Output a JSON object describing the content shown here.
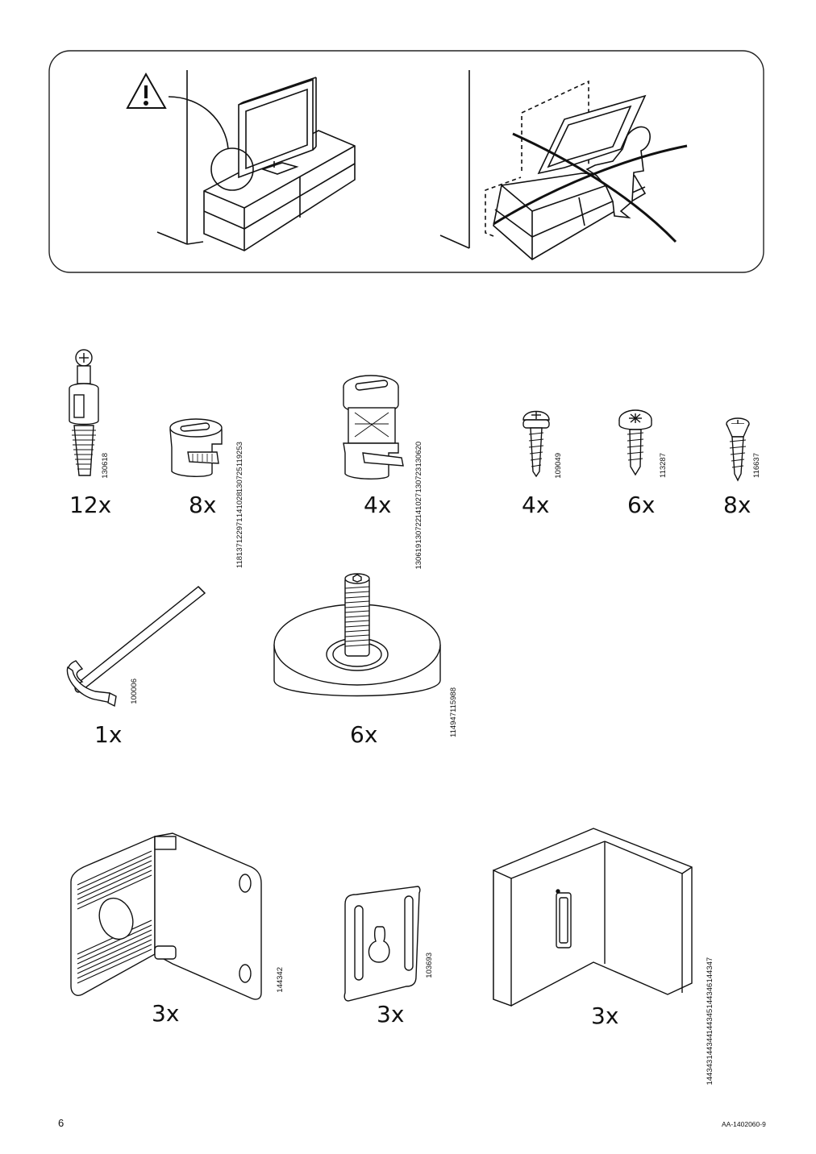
{
  "page_number": "6",
  "document_id": "AA-1402060-9",
  "warning_panel": {
    "warning_icon": "warning-triangle-icon",
    "correct_illustration": "tv-on-bench-anchored-icon",
    "incorrect_illustration": "tv-bench-tipping-crossed-icon"
  },
  "parts": [
    {
      "id": "cam-dowel",
      "icon": "cam-lock-dowel-icon",
      "qty": "12x",
      "articles": [
        "130618"
      ]
    },
    {
      "id": "cam-lock",
      "icon": "cam-lock-nut-icon",
      "qty": "8x",
      "articles": [
        "118137",
        "122971",
        "141028",
        "130725",
        "119253"
      ]
    },
    {
      "id": "cam-lock-large",
      "icon": "cam-lock-large-icon",
      "qty": "4x",
      "articles": [
        "130619",
        "130722",
        "141027",
        "130723",
        "130620"
      ]
    },
    {
      "id": "screw-a",
      "icon": "pan-head-screw-icon",
      "qty": "4x",
      "articles": [
        "109049"
      ]
    },
    {
      "id": "screw-b",
      "icon": "flange-screw-icon",
      "qty": "6x",
      "articles": [
        "113287"
      ]
    },
    {
      "id": "screw-c",
      "icon": "countersunk-screw-icon",
      "qty": "8x",
      "articles": [
        "116637"
      ]
    },
    {
      "id": "allen-key",
      "icon": "allen-key-icon",
      "qty": "1x",
      "articles": [
        "100006"
      ]
    },
    {
      "id": "foot",
      "icon": "adjustable-foot-icon",
      "qty": "6x",
      "articles": [
        "114947",
        "115988"
      ]
    },
    {
      "id": "bracket",
      "icon": "angle-bracket-icon",
      "qty": "3x",
      "articles": [
        "144342"
      ]
    },
    {
      "id": "key-plate",
      "icon": "keyhole-plate-icon",
      "qty": "3x",
      "articles": [
        "103693"
      ]
    },
    {
      "id": "wall-block",
      "icon": "wall-block-icon",
      "qty": "3x",
      "articles": [
        "144343",
        "144344",
        "144345",
        "144346",
        "144347"
      ]
    }
  ]
}
